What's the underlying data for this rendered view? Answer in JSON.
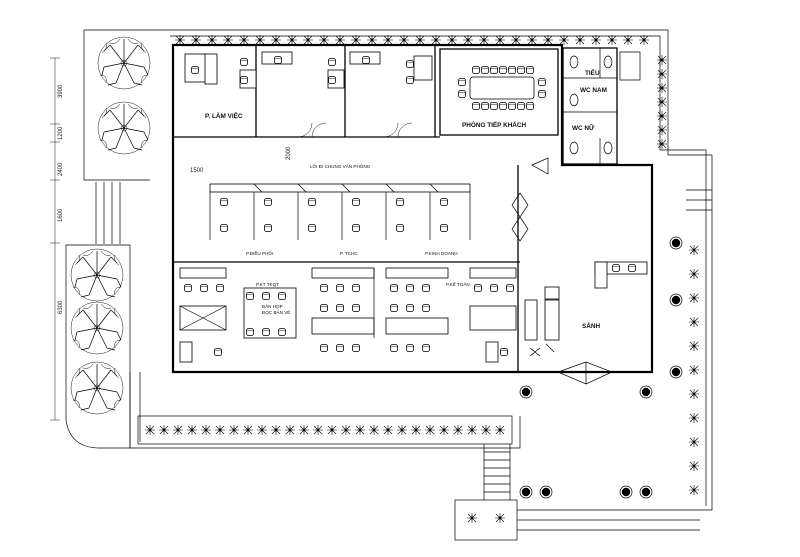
{
  "rooms": {
    "working_room": "P. LÀM VIỆC",
    "reception_room": "PHÒNG TIẾP KHÁCH",
    "urinal": "TIỂU",
    "wc_men": "WC NAM",
    "wc_women": "WC NỮ",
    "corridor": "LỐI ĐI CHUNG VĂN PHÒNG",
    "deputy_director": "P.ĐIỀU PHỐI",
    "organization": "P. TCHC",
    "business": "P.KINH DOANH",
    "design_dept": "P.KT TKQT",
    "drawing_table": "BÀN HỌP\nĐỌC BẢN VẼ",
    "accounting": "P.KẾ TOÁN",
    "lobby": "SẢNH"
  },
  "dimensions": {
    "d1": "3900",
    "d2": "1200",
    "d3": "2400",
    "d4": "1600",
    "d5": "6300",
    "d6": "1500",
    "d7": "2000"
  }
}
